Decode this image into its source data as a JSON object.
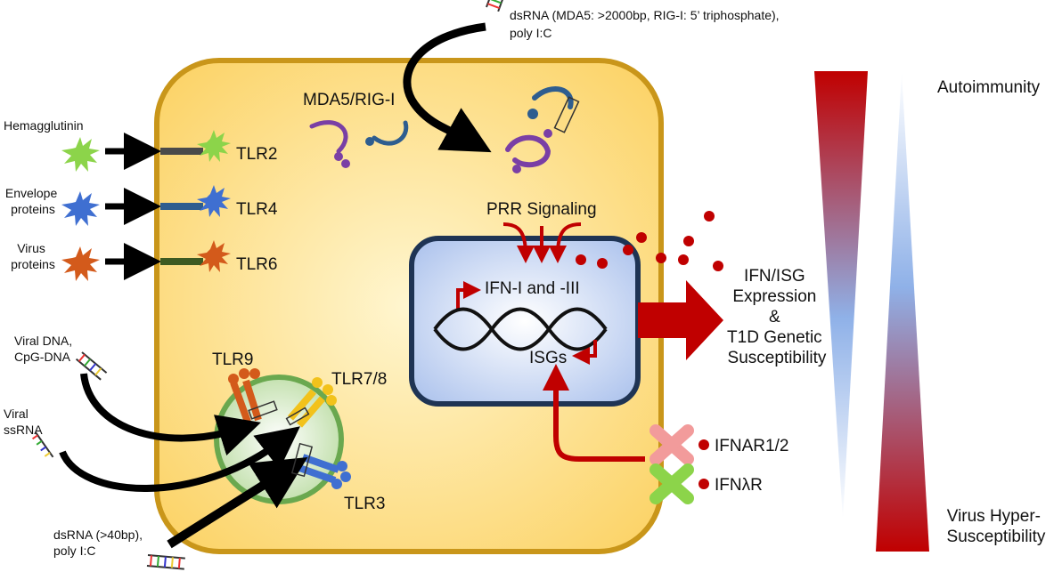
{
  "ligands": [
    {
      "label": "Hemagglutinin",
      "color": "#8cd44a"
    },
    {
      "label": "Envelope\nproteins",
      "color": "#3f6fd1"
    },
    {
      "label": "Virus\nproteins",
      "color": "#d35a1b"
    }
  ],
  "receptors": [
    {
      "label": "TLR2",
      "stem_color": "#4a4a4a"
    },
    {
      "label": "TLR4",
      "stem_color": "#2e5d8f"
    },
    {
      "label": "TLR6",
      "stem_color": "#3d5a22"
    }
  ],
  "top_ligand": {
    "line1": "dsRNA (MDA5: >2000bp, RIG-I: 5’ triphosphate),",
    "line2": "poly I:C"
  },
  "cytosolic_sensor": "MDA5/RIG-I",
  "prr_signaling": "PRR Signaling",
  "nucleus": {
    "ifn_label": "IFN-I and -III",
    "isg_label": "ISGs"
  },
  "endosome": {
    "tlr9": "TLR9",
    "tlr78": "TLR7/8",
    "tlr3": "TLR3"
  },
  "endosomal_ligands": {
    "viral_dna": "Viral DNA,\nCpG-DNA",
    "viral_ssrna": "Viral\nssRNA",
    "dsrna": "dsRNA (>40bp),\npoly I:C"
  },
  "ifn_receptors": {
    "ifnar": "IFNAR1/2",
    "ifnlr": "IFNλR"
  },
  "outcome": "IFN/ISG\nExpression\n&\nT1D Genetic\nSusceptibility",
  "spectrum": {
    "top": "Autoimmunity",
    "bottom": "Virus Hyper-\nSusceptibility"
  },
  "colors": {
    "cell_fill": "#fde58a",
    "cell_border": "#c9961a",
    "nucleus_fill": "#cfdcf5",
    "nucleus_border": "#1f3454",
    "signal_red": "#c00000",
    "endosome_fill": "#d6eac2",
    "endosome_border": "#6aa84f"
  }
}
